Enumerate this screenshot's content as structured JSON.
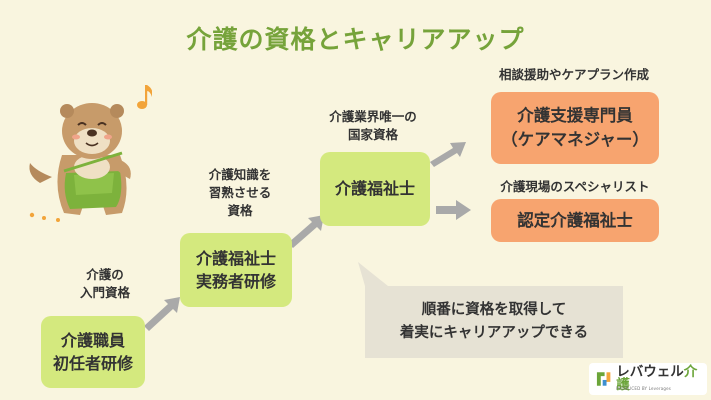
{
  "title": "介護の資格とキャリアアップ",
  "steps": [
    {
      "lines": [
        "介護職員",
        "初任者研修"
      ],
      "caption": [
        "介護の",
        "入門資格"
      ]
    },
    {
      "lines": [
        "介護福祉士",
        "実務者研修"
      ],
      "caption": [
        "介護知識を",
        "習熟させる",
        "資格"
      ]
    },
    {
      "lines": [
        "介護福祉士"
      ],
      "caption": [
        "介護業界唯一の",
        "国家資格"
      ]
    }
  ],
  "goals": [
    {
      "lines": [
        "介護支援専門員",
        "（ケアマネジャー）"
      ],
      "caption": "相談援助やケアプラン作成"
    },
    {
      "lines": [
        "認定介護福祉士"
      ],
      "caption": "介護現場のスペシャリスト"
    }
  ],
  "note": [
    "順番に資格を取得して",
    "着実にキャリアアップできる"
  ],
  "logo": {
    "main": "レバウェル",
    "accent": "介護",
    "sub": "PRODUCED BY Leverages"
  },
  "colors": {
    "background": "#f9f5df",
    "title": "#76a33a",
    "step_box": "#d4e97e",
    "goal_box": "#f7a46f",
    "arrow": "#a9a9a9",
    "note_bg": "#e6e2d4"
  }
}
